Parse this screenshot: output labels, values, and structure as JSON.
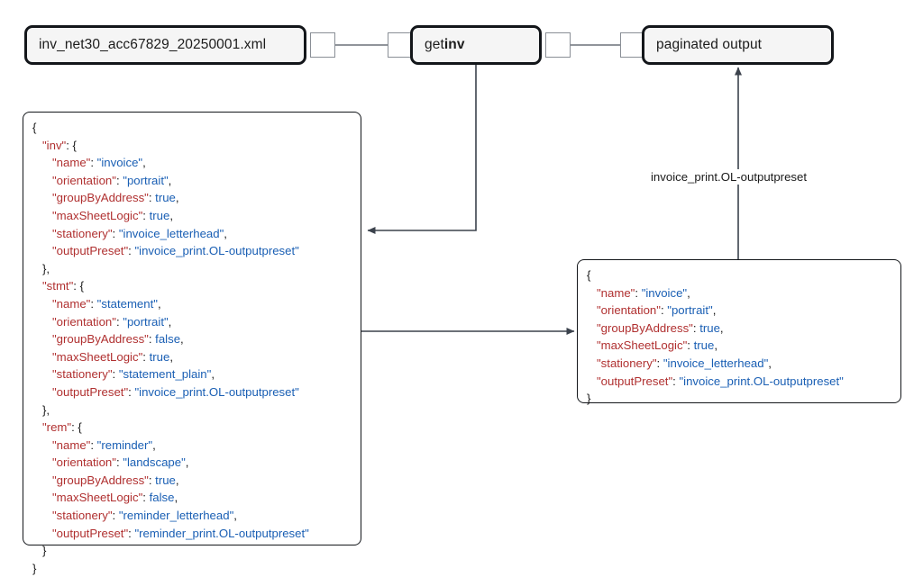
{
  "diagram": {
    "type": "dataflow-diagram",
    "background": "#ffffff",
    "node_fill": "#f5f5f5",
    "node_stroke": "#13161a",
    "edge_stroke": "#3b424c",
    "key_color": "#b03030",
    "string_color": "#1a5fb4"
  },
  "nodes": {
    "file": {
      "label": "inv_net30_acc67829_20250001.xml"
    },
    "get_inv": {
      "label_prefix": "get ",
      "label_bold": "inv"
    },
    "output": {
      "label": "paginated output"
    }
  },
  "ports": {
    "file_out": "output-port",
    "get_inv_in": "input-port",
    "get_inv_out": "output-port",
    "output_in": "input-port"
  },
  "edges": [
    {
      "from": "file",
      "to": "get_inv",
      "label": ""
    },
    {
      "from": "get_inv",
      "to": "output",
      "label": ""
    },
    {
      "from": "get_inv",
      "to": "code_left",
      "label": ""
    },
    {
      "from": "code_left",
      "to": "code_right",
      "label": ""
    },
    {
      "from": "code_right",
      "to": "output",
      "label": "invoice_print.OL-outputpreset"
    }
  ],
  "labels": {
    "outputpreset": "invoice_print.OL-outputpreset"
  },
  "code_left": {
    "title": "document-presets-json",
    "lines": [
      [
        {
          "t": "punct",
          "v": "{"
        }
      ],
      [
        {
          "t": "punct",
          "v": "   "
        },
        {
          "t": "key",
          "v": "\"inv\""
        },
        {
          "t": "punct",
          "v": ": {"
        }
      ],
      [
        {
          "t": "punct",
          "v": "      "
        },
        {
          "t": "key",
          "v": "\"name\""
        },
        {
          "t": "punct",
          "v": ": "
        },
        {
          "t": "str",
          "v": "\"invoice\""
        },
        {
          "t": "punct",
          "v": ","
        }
      ],
      [
        {
          "t": "punct",
          "v": "      "
        },
        {
          "t": "key",
          "v": "\"orientation\""
        },
        {
          "t": "punct",
          "v": ": "
        },
        {
          "t": "str",
          "v": "\"portrait\""
        },
        {
          "t": "punct",
          "v": ","
        }
      ],
      [
        {
          "t": "punct",
          "v": "      "
        },
        {
          "t": "key",
          "v": "\"groupByAddress\""
        },
        {
          "t": "punct",
          "v": ": "
        },
        {
          "t": "bool",
          "v": "true"
        },
        {
          "t": "punct",
          "v": ","
        }
      ],
      [
        {
          "t": "punct",
          "v": "      "
        },
        {
          "t": "key",
          "v": "\"maxSheetLogic\""
        },
        {
          "t": "punct",
          "v": ": "
        },
        {
          "t": "bool",
          "v": "true"
        },
        {
          "t": "punct",
          "v": ","
        }
      ],
      [
        {
          "t": "punct",
          "v": "      "
        },
        {
          "t": "key",
          "v": "\"stationery\""
        },
        {
          "t": "punct",
          "v": ": "
        },
        {
          "t": "str",
          "v": "\"invoice_letterhead\""
        },
        {
          "t": "punct",
          "v": ","
        }
      ],
      [
        {
          "t": "punct",
          "v": "      "
        },
        {
          "t": "key",
          "v": "\"outputPreset\""
        },
        {
          "t": "punct",
          "v": ": "
        },
        {
          "t": "str",
          "v": "\"invoice_print.OL-outputpreset\""
        }
      ],
      [
        {
          "t": "punct",
          "v": "   },"
        }
      ],
      [
        {
          "t": "punct",
          "v": "   "
        },
        {
          "t": "key",
          "v": "\"stmt\""
        },
        {
          "t": "punct",
          "v": ": {"
        }
      ],
      [
        {
          "t": "punct",
          "v": "      "
        },
        {
          "t": "key",
          "v": "\"name\""
        },
        {
          "t": "punct",
          "v": ": "
        },
        {
          "t": "str",
          "v": "\"statement\""
        },
        {
          "t": "punct",
          "v": ","
        }
      ],
      [
        {
          "t": "punct",
          "v": "      "
        },
        {
          "t": "key",
          "v": "\"orientation\""
        },
        {
          "t": "punct",
          "v": ": "
        },
        {
          "t": "str",
          "v": "\"portrait\""
        },
        {
          "t": "punct",
          "v": ","
        }
      ],
      [
        {
          "t": "punct",
          "v": "      "
        },
        {
          "t": "key",
          "v": "\"groupByAddress\""
        },
        {
          "t": "punct",
          "v": ": "
        },
        {
          "t": "bool",
          "v": "false"
        },
        {
          "t": "punct",
          "v": ","
        }
      ],
      [
        {
          "t": "punct",
          "v": "      "
        },
        {
          "t": "key",
          "v": "\"maxSheetLogic\""
        },
        {
          "t": "punct",
          "v": ": "
        },
        {
          "t": "bool",
          "v": "true"
        },
        {
          "t": "punct",
          "v": ","
        }
      ],
      [
        {
          "t": "punct",
          "v": "      "
        },
        {
          "t": "key",
          "v": "\"stationery\""
        },
        {
          "t": "punct",
          "v": ": "
        },
        {
          "t": "str",
          "v": "\"statement_plain\""
        },
        {
          "t": "punct",
          "v": ","
        }
      ],
      [
        {
          "t": "punct",
          "v": "      "
        },
        {
          "t": "key",
          "v": "\"outputPreset\""
        },
        {
          "t": "punct",
          "v": ": "
        },
        {
          "t": "str",
          "v": "\"invoice_print.OL-outputpreset\""
        }
      ],
      [
        {
          "t": "punct",
          "v": "   },"
        }
      ],
      [
        {
          "t": "punct",
          "v": "   "
        },
        {
          "t": "key",
          "v": "\"rem\""
        },
        {
          "t": "punct",
          "v": ": {"
        }
      ],
      [
        {
          "t": "punct",
          "v": "      "
        },
        {
          "t": "key",
          "v": "\"name\""
        },
        {
          "t": "punct",
          "v": ": "
        },
        {
          "t": "str",
          "v": "\"reminder\""
        },
        {
          "t": "punct",
          "v": ","
        }
      ],
      [
        {
          "t": "punct",
          "v": "      "
        },
        {
          "t": "key",
          "v": "\"orientation\""
        },
        {
          "t": "punct",
          "v": ": "
        },
        {
          "t": "str",
          "v": "\"landscape\""
        },
        {
          "t": "punct",
          "v": ","
        }
      ],
      [
        {
          "t": "punct",
          "v": "      "
        },
        {
          "t": "key",
          "v": "\"groupByAddress\""
        },
        {
          "t": "punct",
          "v": ": "
        },
        {
          "t": "bool",
          "v": "true"
        },
        {
          "t": "punct",
          "v": ","
        }
      ],
      [
        {
          "t": "punct",
          "v": "      "
        },
        {
          "t": "key",
          "v": "\"maxSheetLogic\""
        },
        {
          "t": "punct",
          "v": ": "
        },
        {
          "t": "bool",
          "v": "false"
        },
        {
          "t": "punct",
          "v": ","
        }
      ],
      [
        {
          "t": "punct",
          "v": "      "
        },
        {
          "t": "key",
          "v": "\"stationery\""
        },
        {
          "t": "punct",
          "v": ": "
        },
        {
          "t": "str",
          "v": "\"reminder_letterhead\""
        },
        {
          "t": "punct",
          "v": ","
        }
      ],
      [
        {
          "t": "punct",
          "v": "      "
        },
        {
          "t": "key",
          "v": "\"outputPreset\""
        },
        {
          "t": "punct",
          "v": ": "
        },
        {
          "t": "str",
          "v": "\"reminder_print.OL-outputpreset\""
        }
      ],
      [
        {
          "t": "punct",
          "v": "   }"
        }
      ],
      [
        {
          "t": "punct",
          "v": "}"
        }
      ]
    ]
  },
  "code_right": {
    "title": "resolved-inv-preset-json",
    "lines": [
      [
        {
          "t": "punct",
          "v": "{"
        }
      ],
      [
        {
          "t": "punct",
          "v": "   "
        },
        {
          "t": "key",
          "v": "\"name\""
        },
        {
          "t": "punct",
          "v": ": "
        },
        {
          "t": "str",
          "v": "\"invoice\""
        },
        {
          "t": "punct",
          "v": ","
        }
      ],
      [
        {
          "t": "punct",
          "v": "   "
        },
        {
          "t": "key",
          "v": "\"orientation\""
        },
        {
          "t": "punct",
          "v": ": "
        },
        {
          "t": "str",
          "v": "\"portrait\""
        },
        {
          "t": "punct",
          "v": ","
        }
      ],
      [
        {
          "t": "punct",
          "v": "   "
        },
        {
          "t": "key",
          "v": "\"groupByAddress\""
        },
        {
          "t": "punct",
          "v": ": "
        },
        {
          "t": "bool",
          "v": "true"
        },
        {
          "t": "punct",
          "v": ","
        }
      ],
      [
        {
          "t": "punct",
          "v": "   "
        },
        {
          "t": "key",
          "v": "\"maxSheetLogic\""
        },
        {
          "t": "punct",
          "v": ": "
        },
        {
          "t": "bool",
          "v": "true"
        },
        {
          "t": "punct",
          "v": ","
        }
      ],
      [
        {
          "t": "punct",
          "v": "   "
        },
        {
          "t": "key",
          "v": "\"stationery\""
        },
        {
          "t": "punct",
          "v": ": "
        },
        {
          "t": "str",
          "v": "\"invoice_letterhead\""
        },
        {
          "t": "punct",
          "v": ","
        }
      ],
      [
        {
          "t": "punct",
          "v": "   "
        },
        {
          "t": "key",
          "v": "\"outputPreset\""
        },
        {
          "t": "punct",
          "v": ": "
        },
        {
          "t": "str",
          "v": "\"invoice_print.OL-outputpreset\""
        }
      ],
      [
        {
          "t": "punct",
          "v": "}"
        }
      ]
    ]
  }
}
